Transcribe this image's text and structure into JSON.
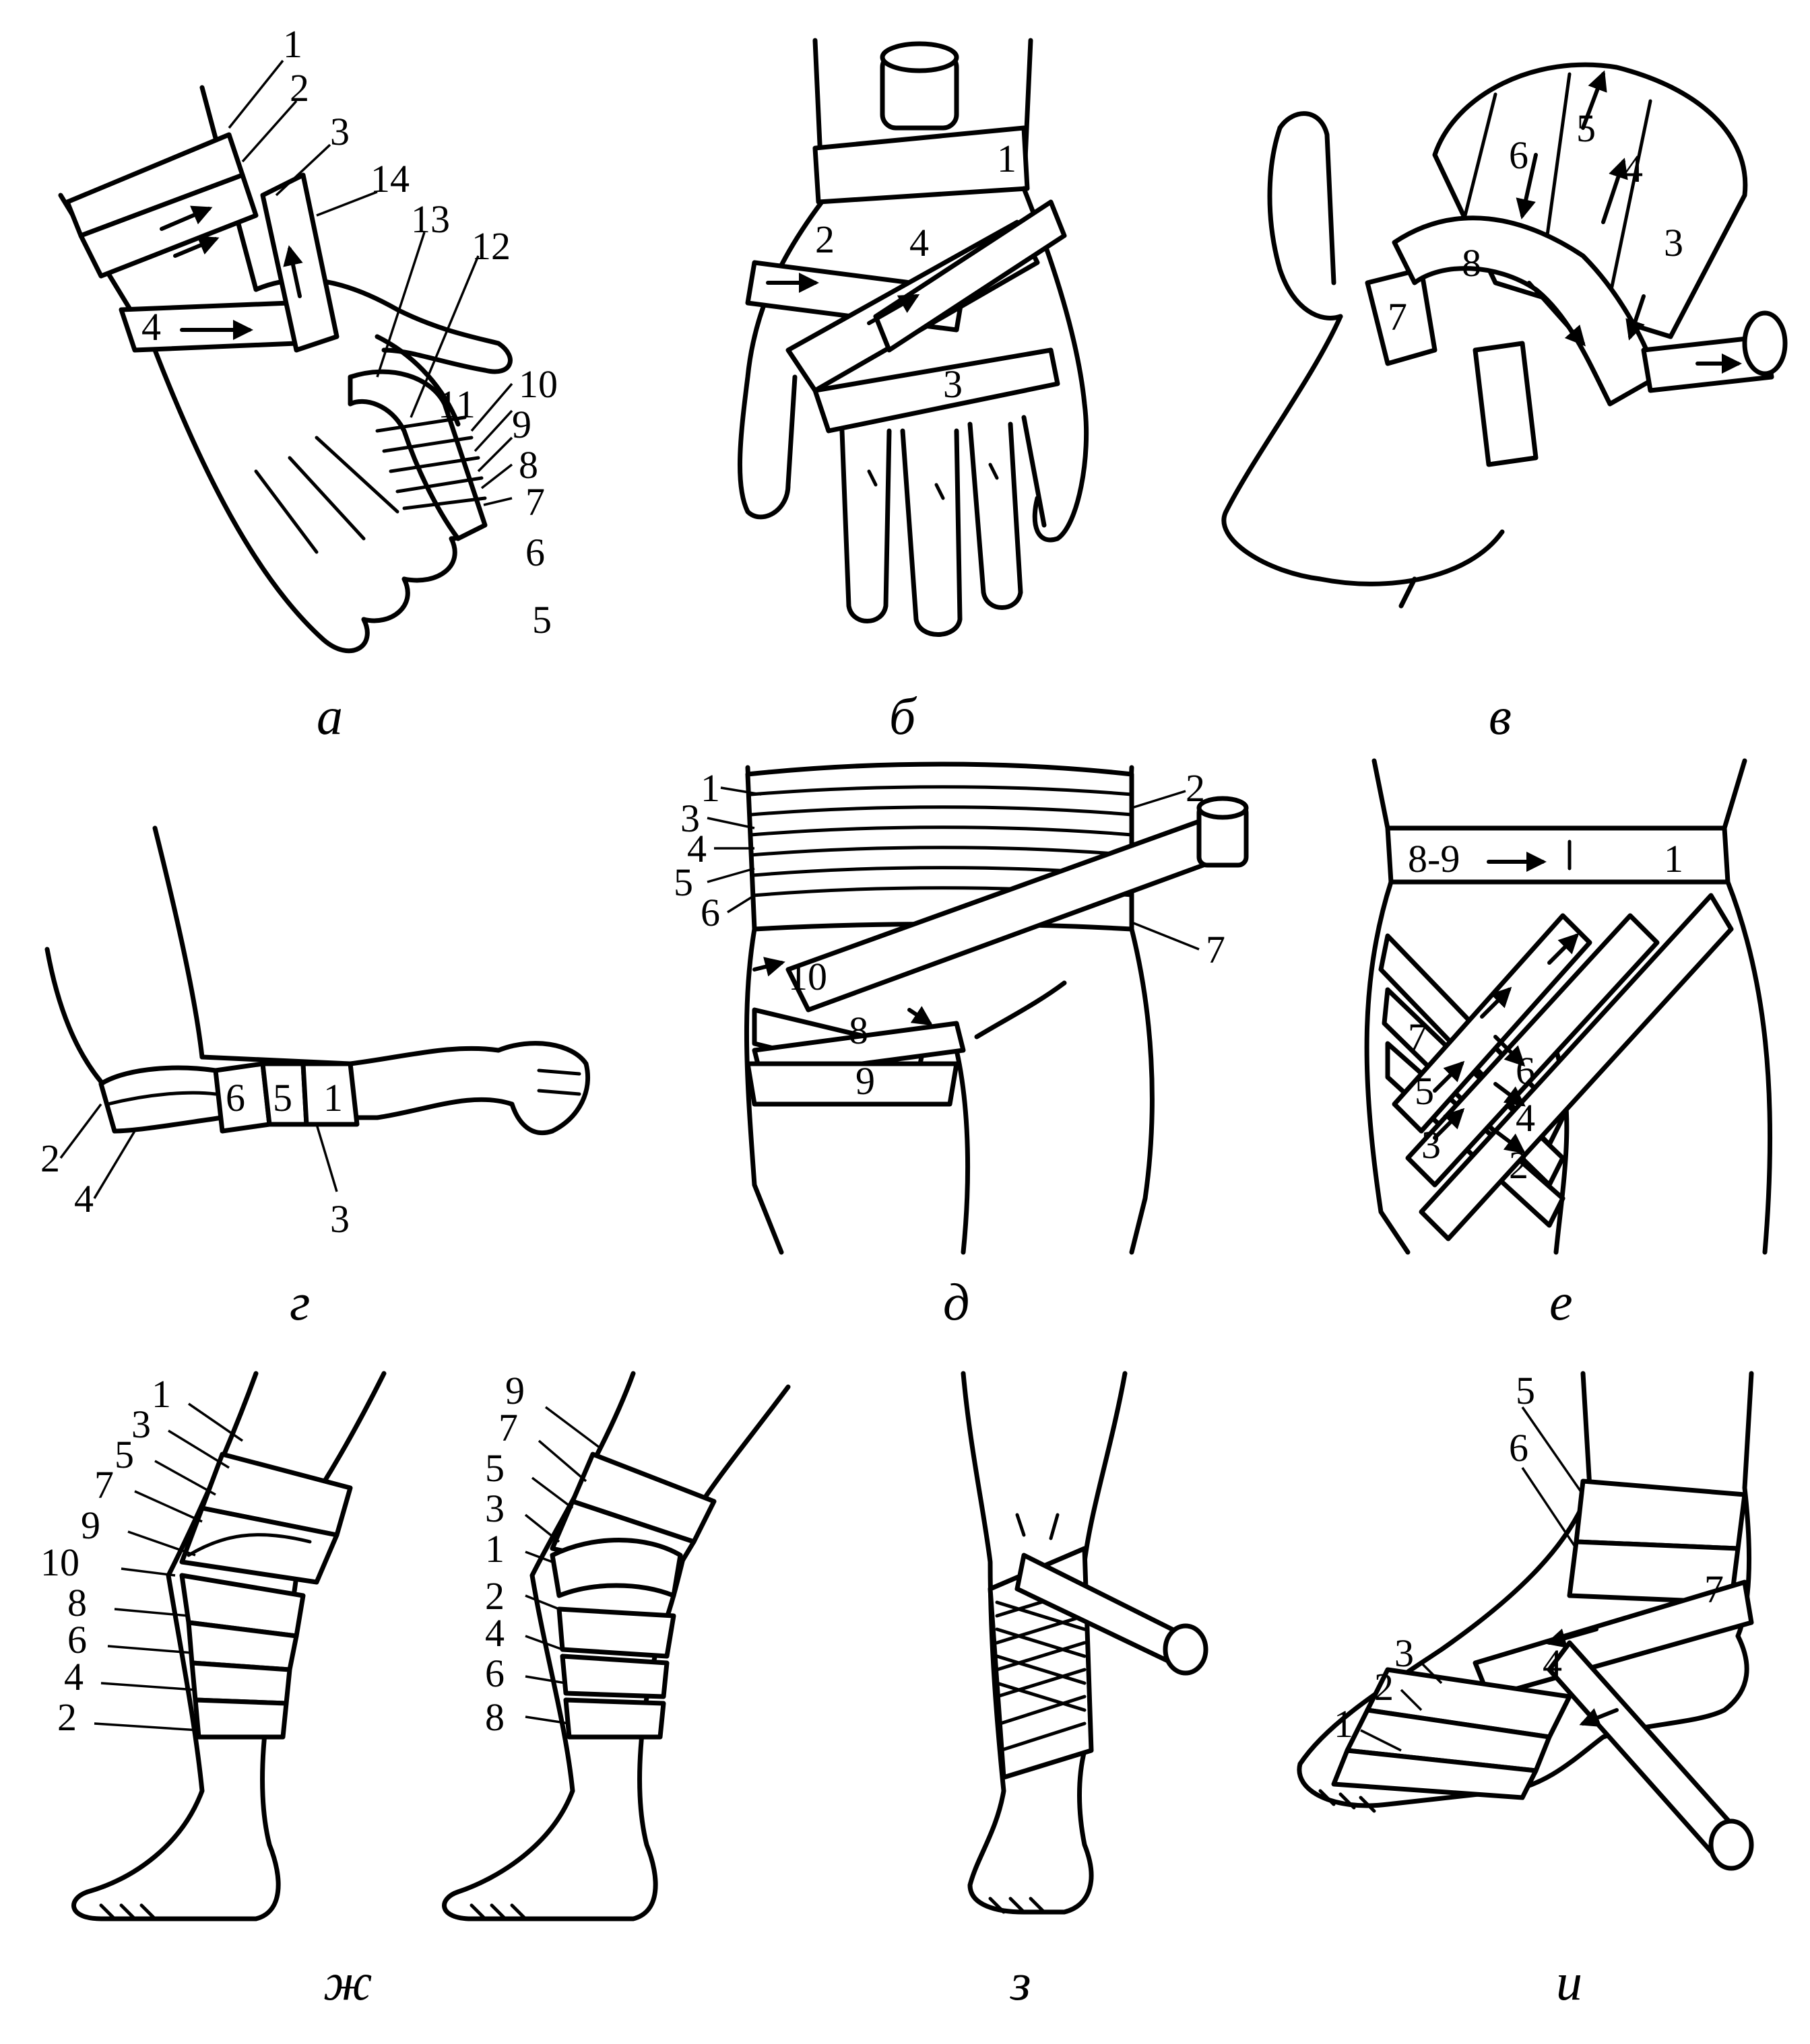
{
  "panels": [
    {
      "key": "a",
      "caption": "а",
      "labels": [
        "1",
        "2",
        "3",
        "4",
        "5",
        "6",
        "7",
        "8",
        "9",
        "10",
        "11",
        "12",
        "13",
        "14"
      ]
    },
    {
      "key": "b",
      "caption": "б",
      "labels": [
        "1",
        "2",
        "3",
        "4"
      ]
    },
    {
      "key": "v",
      "caption": "в",
      "labels": [
        "3",
        "4",
        "5",
        "6",
        "7",
        "8"
      ]
    },
    {
      "key": "g",
      "caption": "г",
      "labels": [
        "1",
        "2",
        "3",
        "4",
        "5",
        "6"
      ]
    },
    {
      "key": "d",
      "caption": "д",
      "labels": [
        "1",
        "2",
        "3",
        "4",
        "5",
        "6",
        "7",
        "8",
        "9",
        "10"
      ]
    },
    {
      "key": "e",
      "caption": "е",
      "labels": [
        "8-9",
        "1",
        "2",
        "3",
        "4",
        "5",
        "6",
        "7"
      ]
    },
    {
      "key": "zh",
      "caption": "ж",
      "labels_left": [
        "1",
        "3",
        "5",
        "7",
        "9",
        "10",
        "8",
        "6",
        "4",
        "2"
      ],
      "labels_right": [
        "9",
        "7",
        "5",
        "3",
        "1",
        "2",
        "4",
        "6",
        "8"
      ]
    },
    {
      "key": "z",
      "caption": "з",
      "labels": []
    },
    {
      "key": "i",
      "caption": "и",
      "labels": [
        "1",
        "2",
        "3",
        "4",
        "5",
        "6",
        "7"
      ]
    }
  ]
}
